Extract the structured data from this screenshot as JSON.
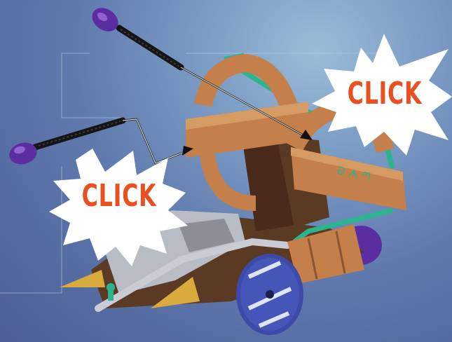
{
  "bursts": [
    {
      "label": "CLICK"
    },
    {
      "label": "CLICK"
    }
  ],
  "colors": {
    "background": "#5f79ad",
    "burst_fill": "#ffffff",
    "click_text": "#e8501f",
    "wood": "#c47f4a",
    "rope": "#2bb58f",
    "purple": "#5a2ea0",
    "silver": "#b8bcc4",
    "gold": "#d9aa3e",
    "wheel": "#3e4aa8"
  },
  "icons": [
    "ballista-toy",
    "ammo-bolt",
    "starburst",
    "assembly-arrow"
  ]
}
